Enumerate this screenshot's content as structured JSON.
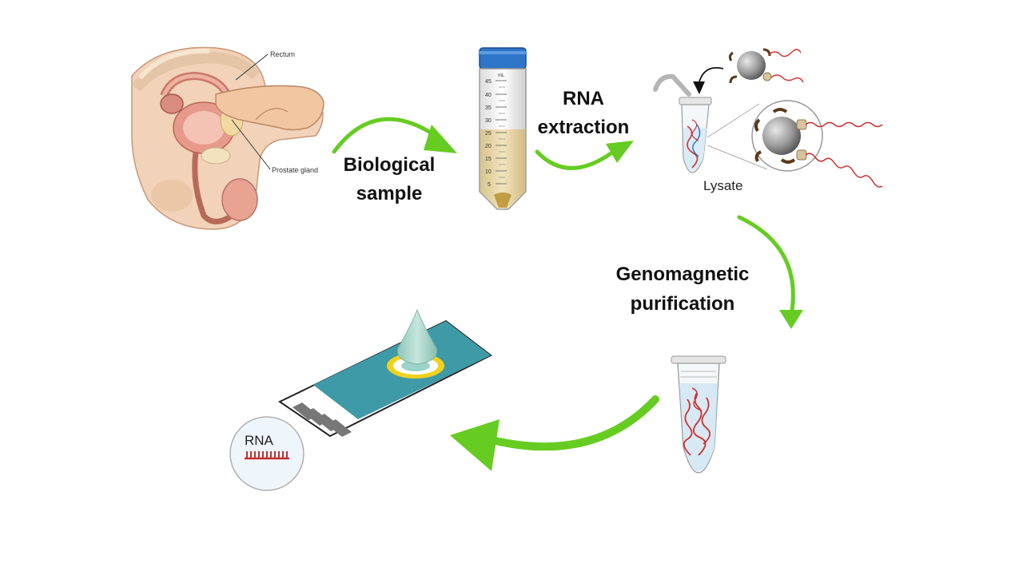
{
  "anatomy": {
    "rectum_label": "Rectum",
    "prostate_label": "Prostate gland"
  },
  "steps": {
    "biological_sample": [
      "Biological",
      "sample"
    ],
    "rna_extraction": [
      "RNA",
      "extraction"
    ],
    "genomagnetic_purification": [
      "Genomagnetic",
      "purification"
    ]
  },
  "tube": {
    "unit": "mL",
    "ticks": [
      "45",
      "40",
      "35",
      "30",
      "25",
      "20",
      "15",
      "10",
      "5"
    ]
  },
  "lysate_label": "Lysate",
  "rna_label": "RNA",
  "colors": {
    "arrow_green": "#66cc22",
    "rna_red": "#d03030",
    "strip_teal": "#3f9aa8",
    "tube_cap": "#2e75c8",
    "liquid": "#e9d9a8"
  }
}
